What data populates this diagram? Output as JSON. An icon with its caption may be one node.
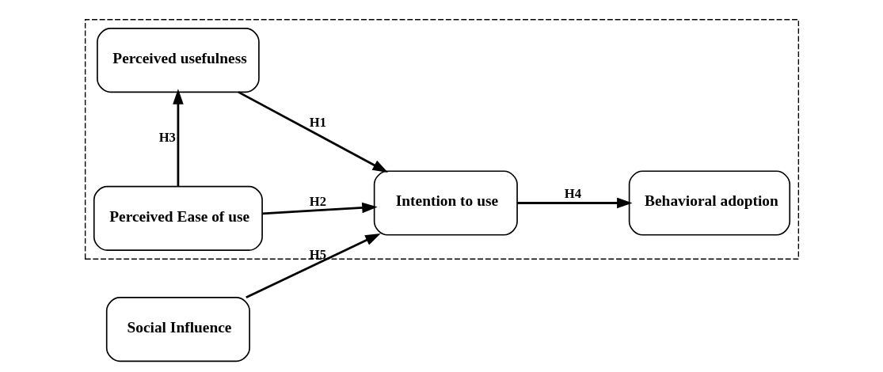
{
  "diagram": {
    "nodes": [
      {
        "text": [],
        "shape": "box"
      },
      {
        "text": [
          "Perceived usefulness"
        ],
        "in": 0
      },
      {
        "text": [
          "Intention to use"
        ],
        "in": 0
      },
      {
        "text": [
          "Behavioral adoption"
        ],
        "in": 0
      },
      {
        "text": [
          "Perceived Ease of use"
        ],
        "in": 0
      },
      {
        "text": [
          "Social Influence"
        ]
      }
    ],
    "edges": [
      {
        "from": 1,
        "to": 2,
        "arrow": "to",
        "label": "H1"
      },
      {
        "from": 4,
        "to": 2,
        "arrow": "to",
        "label": "H2"
      },
      {
        "from": 4,
        "to": 1,
        "arrow": "to",
        "label": "H3"
      },
      {
        "from": 2,
        "to": 3,
        "arrow": "to",
        "label": "H4"
      },
      {
        "from": 5,
        "to": 2,
        "arrow": "to",
        "label": "H5"
      }
    ]
  }
}
